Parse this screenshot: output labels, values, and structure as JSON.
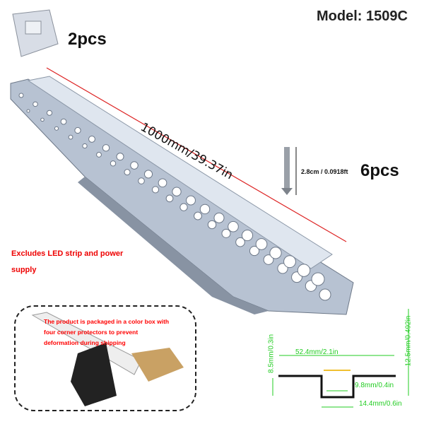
{
  "model": "Model: 1509C",
  "end_clips": {
    "quantity": "2pcs"
  },
  "profile": {
    "length": "1000mm/39.37in"
  },
  "screws": {
    "size": "2.8cm / 0.0918ft",
    "quantity": "6pcs"
  },
  "notice": "Excludes LED strip and power supply",
  "packaging_note": "The product is packaged in a color box with four corner protectors to prevent deformation during shipping",
  "cross_section": {
    "total_width": "52.4mm/2.1in",
    "inner_width": "9.8mm/0.4in",
    "channel_width": "14.4mm/0.6in",
    "depth": "8.5mm/0.3in",
    "total_height": "12.5mm/0.492in"
  },
  "colors": {
    "dimension": "#22cc22",
    "notice": "#ee0000",
    "length_line": "#dd2222"
  }
}
